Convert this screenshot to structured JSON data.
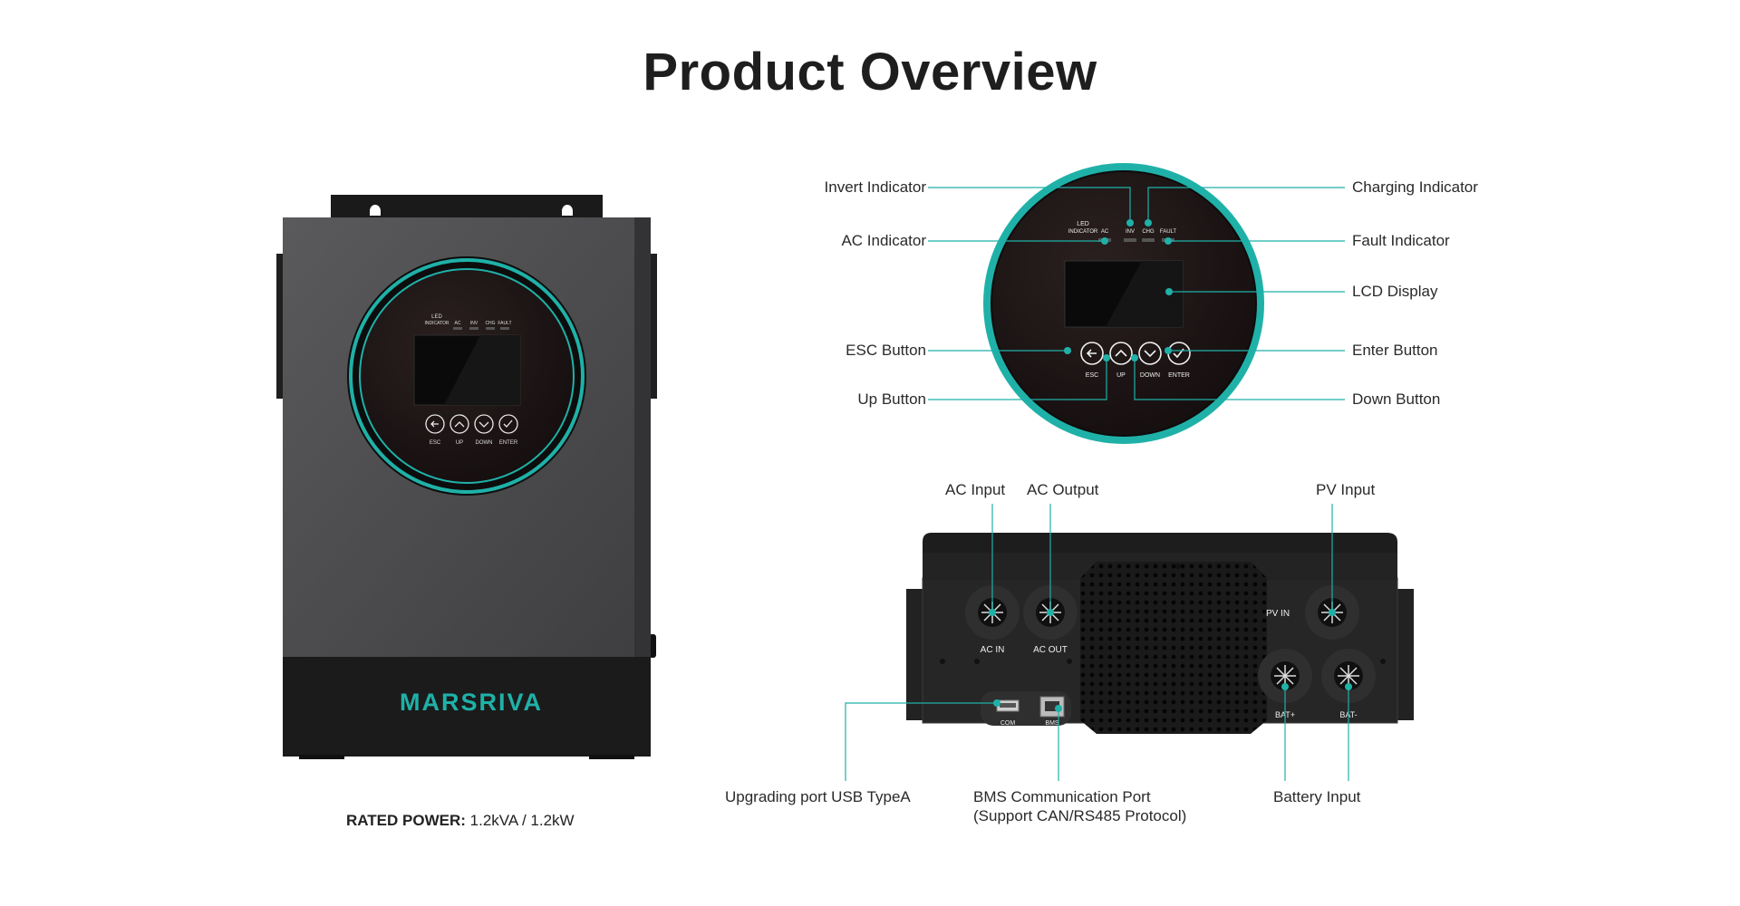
{
  "title": "Product Overview",
  "rated_power": {
    "label": "RATED POWER:",
    "value": "1.2kVA / 1.2kW"
  },
  "brand": "MARSRIVA",
  "front_panel": {
    "led_label": "LED INDICATOR",
    "led_items": [
      "AC",
      "INV",
      "CHG",
      "FAULT"
    ],
    "button_labels": [
      "ESC",
      "UP",
      "DOWN",
      "ENTER"
    ]
  },
  "callouts": {
    "invert_indicator": "Invert Indicator",
    "ac_indicator": "AC Indicator",
    "charging_indicator": "Charging Indicator",
    "fault_indicator": "Fault Indicator",
    "lcd_display": "LCD Display",
    "esc_button": "ESC Button",
    "enter_button": "Enter Button",
    "up_button": "Up Button",
    "down_button": "Down Button"
  },
  "bottom_panel": {
    "labels": {
      "ac_in": "AC IN",
      "ac_out": "AC OUT",
      "pv_in": "PV IN",
      "com": "COM",
      "bms": "BMS",
      "bat_pos": "BAT+",
      "bat_neg": "BAT-"
    },
    "callouts": {
      "ac_input": "AC Input",
      "ac_output": "AC Output",
      "pv_input": "PV Input",
      "usb_port": "Upgrading port USB TypeA",
      "bms_port": "BMS Communication Port",
      "bms_port_note": "(Support CAN/RS485 Protocol)",
      "battery_input": "Battery Input"
    }
  },
  "colors": {
    "accent": "#1fb1a8",
    "body": "#4a4a4c",
    "dark": "#1c1c1c",
    "line": "#2aa8a0"
  }
}
